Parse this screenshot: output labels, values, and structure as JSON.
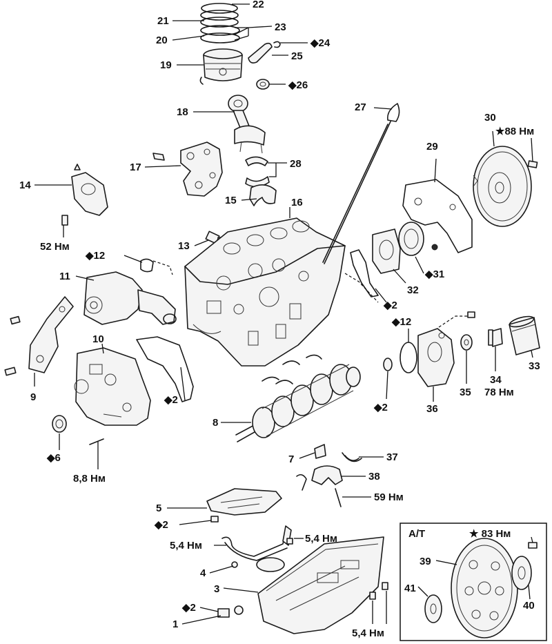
{
  "labels": {
    "l1": "1",
    "l2a": "◆2",
    "l2b": "◆2",
    "l2c": "◆2",
    "l2d": "◆2",
    "l2e": "◆2",
    "l3": "3",
    "l4": "4",
    "l5": "5",
    "l6": "◆6",
    "l7": "7",
    "l8": "8",
    "l9": "9",
    "l10": "10",
    "l11": "11",
    "l12a": "◆12",
    "l12b": "◆12",
    "l13": "13",
    "l14": "14",
    "l15": "15",
    "l16": "16",
    "l17": "17",
    "l18": "18",
    "l19": "19",
    "l20": "20",
    "l21": "21",
    "l22": "22",
    "l23": "23",
    "l24": "◆24",
    "l25": "25",
    "l26": "◆26",
    "l27": "27",
    "l28": "28",
    "l29": "29",
    "l30": "30",
    "l31": "◆31",
    "l32": "32",
    "l33": "33",
    "l34": "34",
    "l35": "35",
    "l36": "36",
    "l37": "37",
    "l38": "38",
    "l39": "39",
    "l40": "40",
    "l41": "41"
  },
  "torques": {
    "t52": "52 Нм",
    "t88": "★88 Нм",
    "t78": "78 Нм",
    "t8_8": "8,8 Нм",
    "t59": "59 Нм",
    "t5_4a": "5,4 Нм",
    "t5_4b": "5,4 Нм",
    "t5_4c": "5,4 Нм",
    "t83": "★ 83 Нм"
  },
  "inset": {
    "title": "A/T"
  }
}
